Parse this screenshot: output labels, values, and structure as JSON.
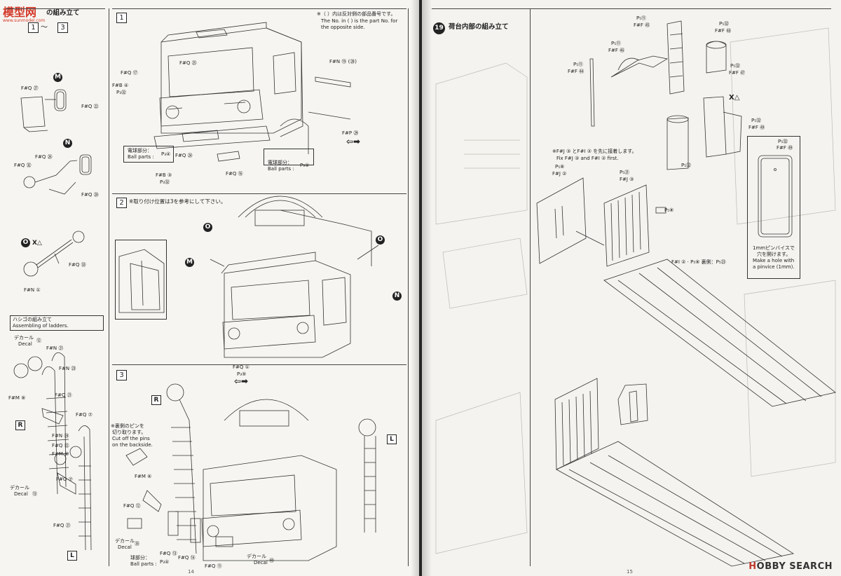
{
  "watermark": {
    "text": "模型网",
    "subtext": "www.sunmodel.com"
  },
  "left_page": {
    "side_title": "の組み立て",
    "side_steps": [
      "1",
      "〜",
      "3"
    ],
    "parts_m": [
      {
        "label": "M"
      },
      {
        "label": "F#Q ㉗"
      },
      {
        "label": "F#Q ㉒"
      }
    ],
    "parts_n": [
      {
        "label": "N"
      },
      {
        "label": "F#Q ㉖"
      },
      {
        "label": "F#Q ㉜"
      },
      {
        "label": "F#Q ㉘"
      }
    ],
    "parts_o": [
      {
        "label": "O"
      },
      {
        "label": "X△"
      },
      {
        "label": "F#Q ㉝"
      },
      {
        "label": "F#N ①"
      }
    ],
    "ladder_box": {
      "jp": "ハシゴの組み立て",
      "en": "Assembling of ladders."
    },
    "ladder_labels": [
      "デカール",
      "Decal",
      "⑫",
      "F#N ㉑",
      "F#N ㉓",
      "F#Q ㉑",
      "F#M ⑧",
      "F#Q ⑦",
      "F#N ㉔",
      "F#Q ㉒",
      "F#M ⑧",
      "F#Q ⑦",
      "デカール",
      "Decal",
      "⑬",
      "F#Q ㉑"
    ],
    "ladder_marks": {
      "r": "R",
      "l": "L"
    },
    "step1": {
      "num": "1",
      "note_jp": "※（ ）内は反対側の部品番号です。",
      "note_en1": "The No. in (    ) is the part No. for",
      "note_en2": "the opposite side.",
      "labels": {
        "q25": "F#Q ㉕",
        "q17": "F#Q ⑰",
        "b4": "F#B ④",
        "p32": "P₃㉜",
        "n19": "F#N ⑲ (⑳)",
        "p29": "F#P ㉙",
        "bulb_left_jp": "電球部分：",
        "bulb_left_en": "Ball parts :",
        "p4a": "P₃④",
        "q24": "F#Q ㉔",
        "b3": "F#B ③",
        "p32b": "P₃㉜",
        "q16": "F#Q ⑯",
        "bulb_right_jp": "電球部分：",
        "bulb_right_en": "Ball parts :",
        "p4b": "P₃④"
      }
    },
    "step2": {
      "num": "2",
      "note": "※取り付け位置は3を参考にして下さい。",
      "labels": {
        "o1": "O",
        "o2": "O",
        "m": "M",
        "n": "N",
        "q1": "F#Q ①",
        "p9": "P₃⑨"
      }
    },
    "step3": {
      "num": "3",
      "note_jp1": "※裏側のピンを",
      "note_jp2": "切り取ります。",
      "note_en1": "Cut off the pins",
      "note_en2": "on the backside.",
      "labels": {
        "r": "R",
        "l": "L",
        "m67": "F#M ⑥",
        "q12": "F#Q ⑫",
        "decal_jp": "デカール",
        "decal_en": "Decal",
        "d35": "㉟",
        "bulb_jp": "球部分：",
        "bulb_en": "Ball parts :",
        "p4": "P₃④",
        "q13": "F#Q ⑬",
        "q14": "F#Q ⑭",
        "q11": "F#Q ⑪",
        "decal2_jp": "デカール",
        "decal2_en": "Decal",
        "d40": "㊵"
      }
    },
    "page_number": "14"
  },
  "right_page": {
    "step19": {
      "num": "19",
      "title": "荷台内部の組み立て"
    },
    "labels": {
      "p11a": "P₅⑪",
      "f45": "F#F ㊺",
      "p82a": "P₅㉜",
      "f48": "F#F ㊽",
      "p11b": "P₅⑪",
      "f46": "F#F ㊻",
      "p11c": "P₅⑪",
      "f44": "F#F ㊹",
      "p82b": "P₅㉜",
      "f47": "F#F ㊼",
      "x2": "X△",
      "p82c": "P₅㉜",
      "f49": "F#F ㊾",
      "fj_note_jp": "※F#J ③ とF#I ② を先に接着します。",
      "fj_note_en": "Fix F#J ③ and F#I ② first.",
      "p8": "P₅⑧",
      "fj2": "F#J ②",
      "p21": "P₅㉑",
      "fj3": "F#J ③",
      "p82d": "P₅㉜",
      "p8b": "P₅⑧",
      "fi2": "F#I ② · P₅⑧ 裏側：P₅㉓",
      "p82e": "P₅㉜",
      "f49b": "F#F ㊾",
      "hole_jp1": "1mmピンバイスで",
      "hole_jp2": "穴を開けます。",
      "hole_en1": "Make a hole with",
      "hole_en2": "a pinvice (1mm)."
    },
    "page_number": "15",
    "brand": {
      "red": "H",
      "text": "OBBY SEARCH"
    }
  }
}
